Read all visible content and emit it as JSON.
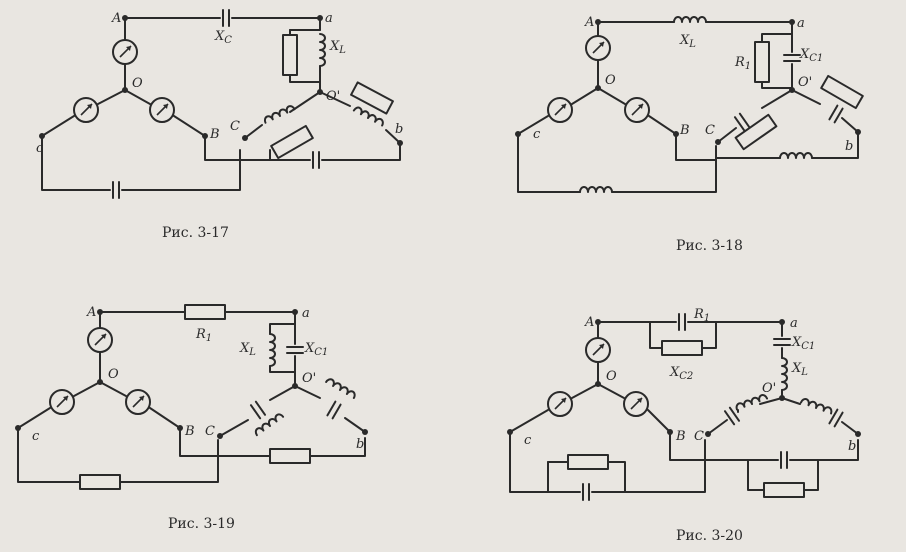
{
  "figures": [
    {
      "caption": "Рис. 3-17",
      "labels": {
        "A": "A",
        "a": "a",
        "O": "O",
        "Oprime": "O'",
        "B": "B",
        "C": "C",
        "c": "c",
        "b": "b",
        "x1": "X",
        "x1sub": "C",
        "x2": "X",
        "x2sub": "L"
      }
    },
    {
      "caption": "Рис. 3-18",
      "labels": {
        "A": "A",
        "a": "a",
        "O": "O",
        "Oprime": "O'",
        "B": "B",
        "C": "C",
        "c": "c",
        "b": "b",
        "x1": "X",
        "x1sub": "L",
        "r": "R",
        "rsub": "1",
        "x2": "X",
        "x2sub": "C1"
      }
    },
    {
      "caption": "Рис. 3-19",
      "labels": {
        "A": "A",
        "a": "a",
        "O": "O",
        "Oprime": "O'",
        "B": "B",
        "C": "C",
        "c": "c",
        "b": "b",
        "r": "R",
        "rsub": "1",
        "x1": "X",
        "x1sub": "L",
        "x2": "X",
        "x2sub": "C1"
      }
    },
    {
      "caption": "Рис. 3-20",
      "labels": {
        "A": "A",
        "a": "a",
        "O": "O",
        "Oprime": "O'",
        "B": "B",
        "C": "C",
        "c": "c",
        "b": "b",
        "r": "R",
        "rsub": "1",
        "x0": "X",
        "x0sub": "C2",
        "x1": "X",
        "x1sub": "C1",
        "x2": "X",
        "x2sub": "L"
      }
    }
  ]
}
